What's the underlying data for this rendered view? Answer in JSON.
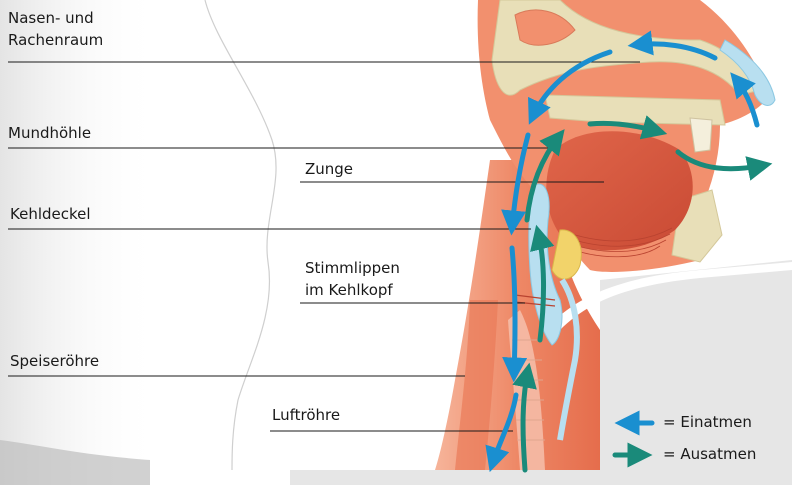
{
  "labels": {
    "nasen_line1": "Nasen- und",
    "nasen_line2": "Rachenraum",
    "mundhoehle": "Mundhöhle",
    "zunge": "Zunge",
    "kehldeckel": "Kehldeckel",
    "stimmlippen_line1": "Stimmlippen",
    "stimmlippen_line2": "im Kehlkopf",
    "speiseroehre": "Speiseröhre",
    "luftroehre": "Luftröhre"
  },
  "legend": {
    "einatmen": "= Einatmen",
    "ausatmen": "= Ausatmen"
  },
  "colors": {
    "einatmen_arrow": "#1a8fd0",
    "ausatmen_arrow": "#1a8a7a",
    "tissue": "#f08a6a",
    "bone": "#e8dfb8",
    "tongue": "#d9583e",
    "cartilage": "#b8dff0",
    "background_panel": "#e6e6e6"
  }
}
